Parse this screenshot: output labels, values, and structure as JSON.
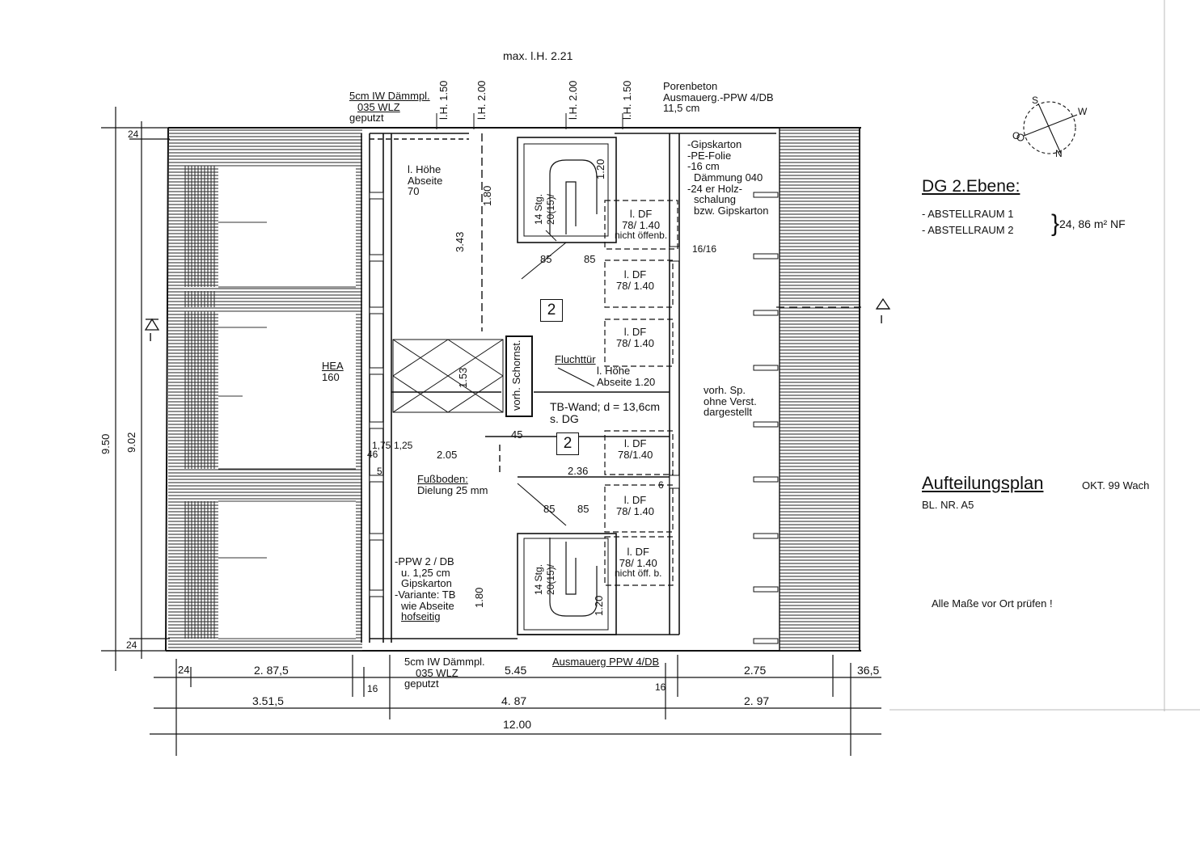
{
  "top": {
    "max_lh": "max. l.H. 2.21",
    "lh1": "l.H. 1.50",
    "lh2": "l.H. 2.00",
    "lh3": "l.H. 2.00",
    "lh4": "l.H. 1.50"
  },
  "annotations": {
    "daemm_top": [
      "5cm IW Dämmpl.",
      "035 WLZ",
      "geputzt"
    ],
    "porenbeton": [
      "Porenbeton",
      "Ausmauerg.-PPW 4/DB",
      "11,5 cm"
    ],
    "wall_layers": [
      "-Gipskarton",
      "-PE-Folie",
      "-16 cm",
      "Dämmung 040",
      "-24 er Holz-",
      "schalung",
      "bzw. Gipskarton"
    ],
    "beam_1616": "16/16",
    "abseite70": [
      "l. Höhe",
      "Abseite",
      "70"
    ],
    "hea": [
      "HEA",
      "160"
    ],
    "schornst": "vorh. Schornst.",
    "fluchttuer": "Fluchttür",
    "abseite120": [
      "l. Höhe",
      "Abseite 1.20"
    ],
    "tb_wand": [
      "TB-Wand; d = 13,6cm",
      "s. DG"
    ],
    "vorh_sp": [
      "vorh. Sp.",
      "ohne Verst.",
      "dargestellt"
    ],
    "fussboden": [
      "Fußboden:",
      "Dielung 25 mm"
    ],
    "ppw": [
      "-PPW 2 / DB",
      "u. 1,25 cm",
      "Gipskarton",
      "-Variante: TB",
      "wie Abseite",
      "hofseitig"
    ],
    "daemm_bottom": [
      "5cm IW Dämmpl.",
      "035 WLZ",
      "geputzt"
    ],
    "ausmauerg_bottom": "Ausmauerg PPW 4/DB",
    "section": "I",
    "stairs_top": [
      "14 Stg.",
      "20(15)/"
    ],
    "stairs_bottom": [
      "14 Stg.",
      "20(15)/"
    ],
    "room_no": "2"
  },
  "skylights": [
    {
      "line1": "l. DF",
      "line2": "78/ 1.40",
      "line3": "nicht öffenb."
    },
    {
      "line1": "l. DF",
      "line2": "78/ 1.40",
      "line3": ""
    },
    {
      "line1": "l. DF",
      "line2": "78/ 1.40",
      "line3": ""
    },
    {
      "line1": "l. DF",
      "line2": "78/1.40",
      "line3": ""
    },
    {
      "line1": "l. DF",
      "line2": "78/ 1.40",
      "line3": ""
    },
    {
      "line1": "l. DF",
      "line2": "78/ 1.40",
      "line3": "nicht öff. b."
    }
  ],
  "dims": {
    "d180_top": "1.80",
    "d343": "3.43",
    "d120_top": "1.20",
    "d85a": "85",
    "d85b": "85",
    "d85c": "85",
    "d85d": "85",
    "d153": "1.53",
    "d45": "45",
    "d205": "2.05",
    "d236": "2.36",
    "d180_bot": "1.80",
    "d120_bot": "1.20",
    "d175": "1,75",
    "d46": "46",
    "d125": "1,25",
    "d5": "5",
    "d6": "6",
    "d24_top": "24",
    "d24_bot": "24",
    "d950": "9.50",
    "d902": "9.02",
    "b24": "24",
    "b2875": "2. 87,5",
    "b545": "5.45",
    "b275": "2.75",
    "b365": "36,5",
    "b16a": "16",
    "b16b": "16",
    "b3515": "3.51,5",
    "b487": "4. 87",
    "b297": "2. 97",
    "b1200": "12.00"
  },
  "side": {
    "title": "DG  2.Ebene:",
    "room1": "- ABSTELLRAUM 1",
    "room2": "- ABSTELLRAUM 2",
    "area": "24, 86 m² NF",
    "plan_title": "Aufteilungsplan",
    "date": "OKT. 99 Wach",
    "sheet": "BL. NR. A5",
    "note": "Alle Maße vor Ort prüfen !"
  },
  "compass": {
    "s": "S",
    "w": "W",
    "o": "O",
    "n": "N"
  }
}
